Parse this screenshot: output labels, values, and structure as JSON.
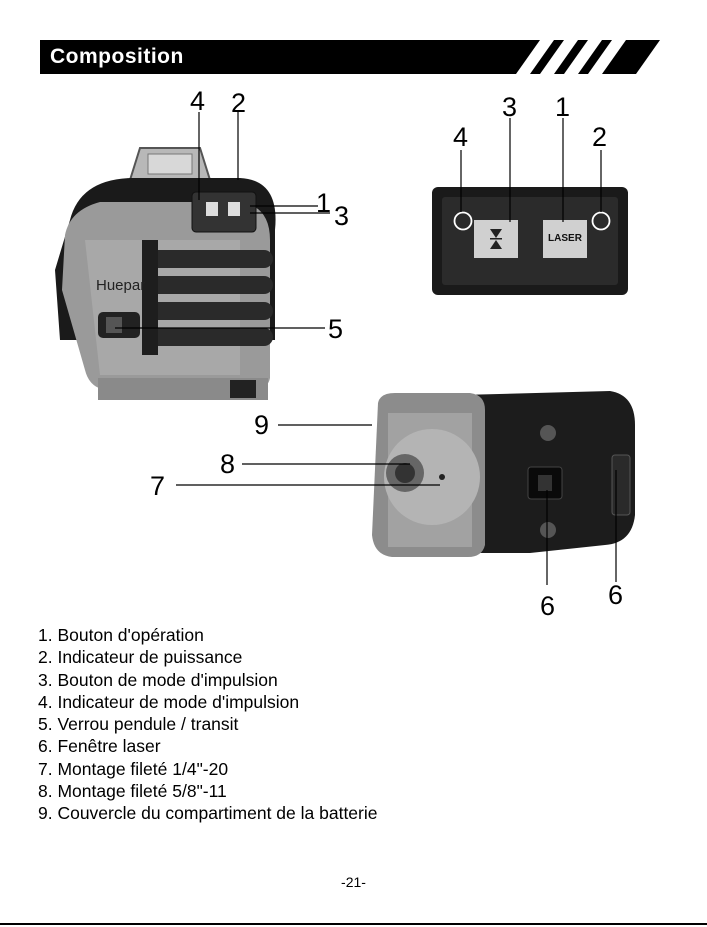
{
  "header": {
    "title": "Composition"
  },
  "callouts": {
    "main": [
      "4",
      "2",
      "1",
      "3",
      "5"
    ],
    "panel": [
      "4",
      "3",
      "1",
      "2"
    ],
    "bottom": [
      "9",
      "8",
      "7",
      "6",
      "6"
    ]
  },
  "panel": {
    "laser_button_label": "LASER"
  },
  "product": {
    "brand": "Huepar"
  },
  "legend": [
    "1. Bouton d'opération",
    "2. Indicateur de puissance",
    "3. Bouton de mode d'impulsion",
    "4. Indicateur de mode d'impulsion",
    "5. Verrou pendule / transit",
    "6. Fenêtre laser",
    "7. Montage fileté 1/4\"-20",
    "8. Montage fileté 5/8\"-11",
    "9. Couvercle du compartiment de la batterie"
  ],
  "page_number": "-21-"
}
